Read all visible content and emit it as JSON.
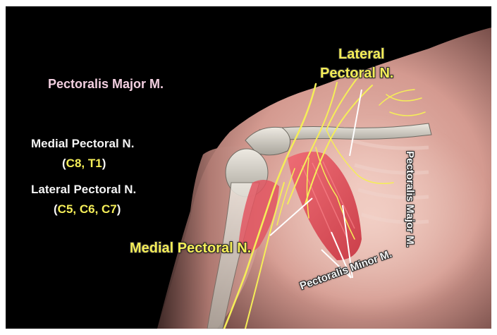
{
  "labels": {
    "pectoralis_major_title": "Pectoralis Major M.",
    "medial_pectoral_nerve": "Medial Pectoral N.",
    "medial_roots_open": "(",
    "medial_roots": "C8, T1",
    "medial_roots_close": ")",
    "lateral_pectoral_nerve": "Lateral Pectoral N.",
    "lateral_roots_open": "(",
    "lateral_roots": "C5, C6, C7",
    "lateral_roots_close": ")",
    "lateral_callout_line1": "Lateral",
    "lateral_callout_line2": "Pectoral N.",
    "medial_callout": "Medial Pectoral N.",
    "pectoralis_major_vertical": "Pectoralis Major M.",
    "pectoralis_minor": "Pectoralis Minor M."
  },
  "colors": {
    "background": "#000000",
    "nerve": "#f5ee58",
    "label_white": "#f4f4f4",
    "title_pink": "#f2cfe0",
    "muscle": "#e0444f"
  }
}
